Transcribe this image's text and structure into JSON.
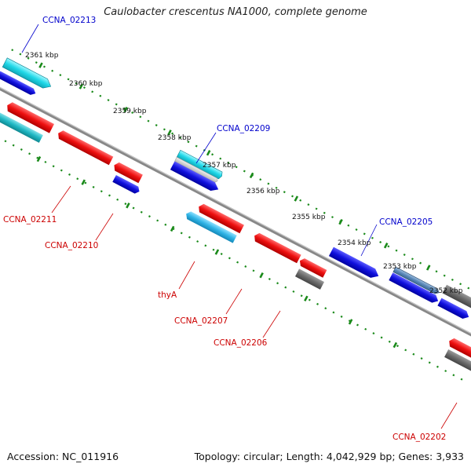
{
  "title": "Caulobacter crescentus NA1000, complete genome",
  "footer": {
    "accession": "Accession: NC_011916",
    "summary": "Topology: circular; Length: 4,042,929 bp; Genes: 3,933"
  },
  "ticks": [
    "2361 kbp",
    "2360 kbp",
    "2359 kbp",
    "2358 kbp",
    "2357 kbp",
    "2356 kbp",
    "2355 kbp",
    "2354 kbp",
    "2353 kbp",
    "2352 kbp"
  ],
  "gene_labels": [
    "CCNA_02213",
    "CCNA_02209",
    "CCNA_02205",
    "CCNA_02211",
    "CCNA_02210",
    "thyA",
    "CCNA_02207",
    "CCNA_02206",
    "CCNA_02202"
  ],
  "colors": {
    "forward_label": "#0000cc",
    "reverse_label": "#cc0000",
    "backbone": "#888888",
    "tick_marks": "#1a8a1a"
  }
}
